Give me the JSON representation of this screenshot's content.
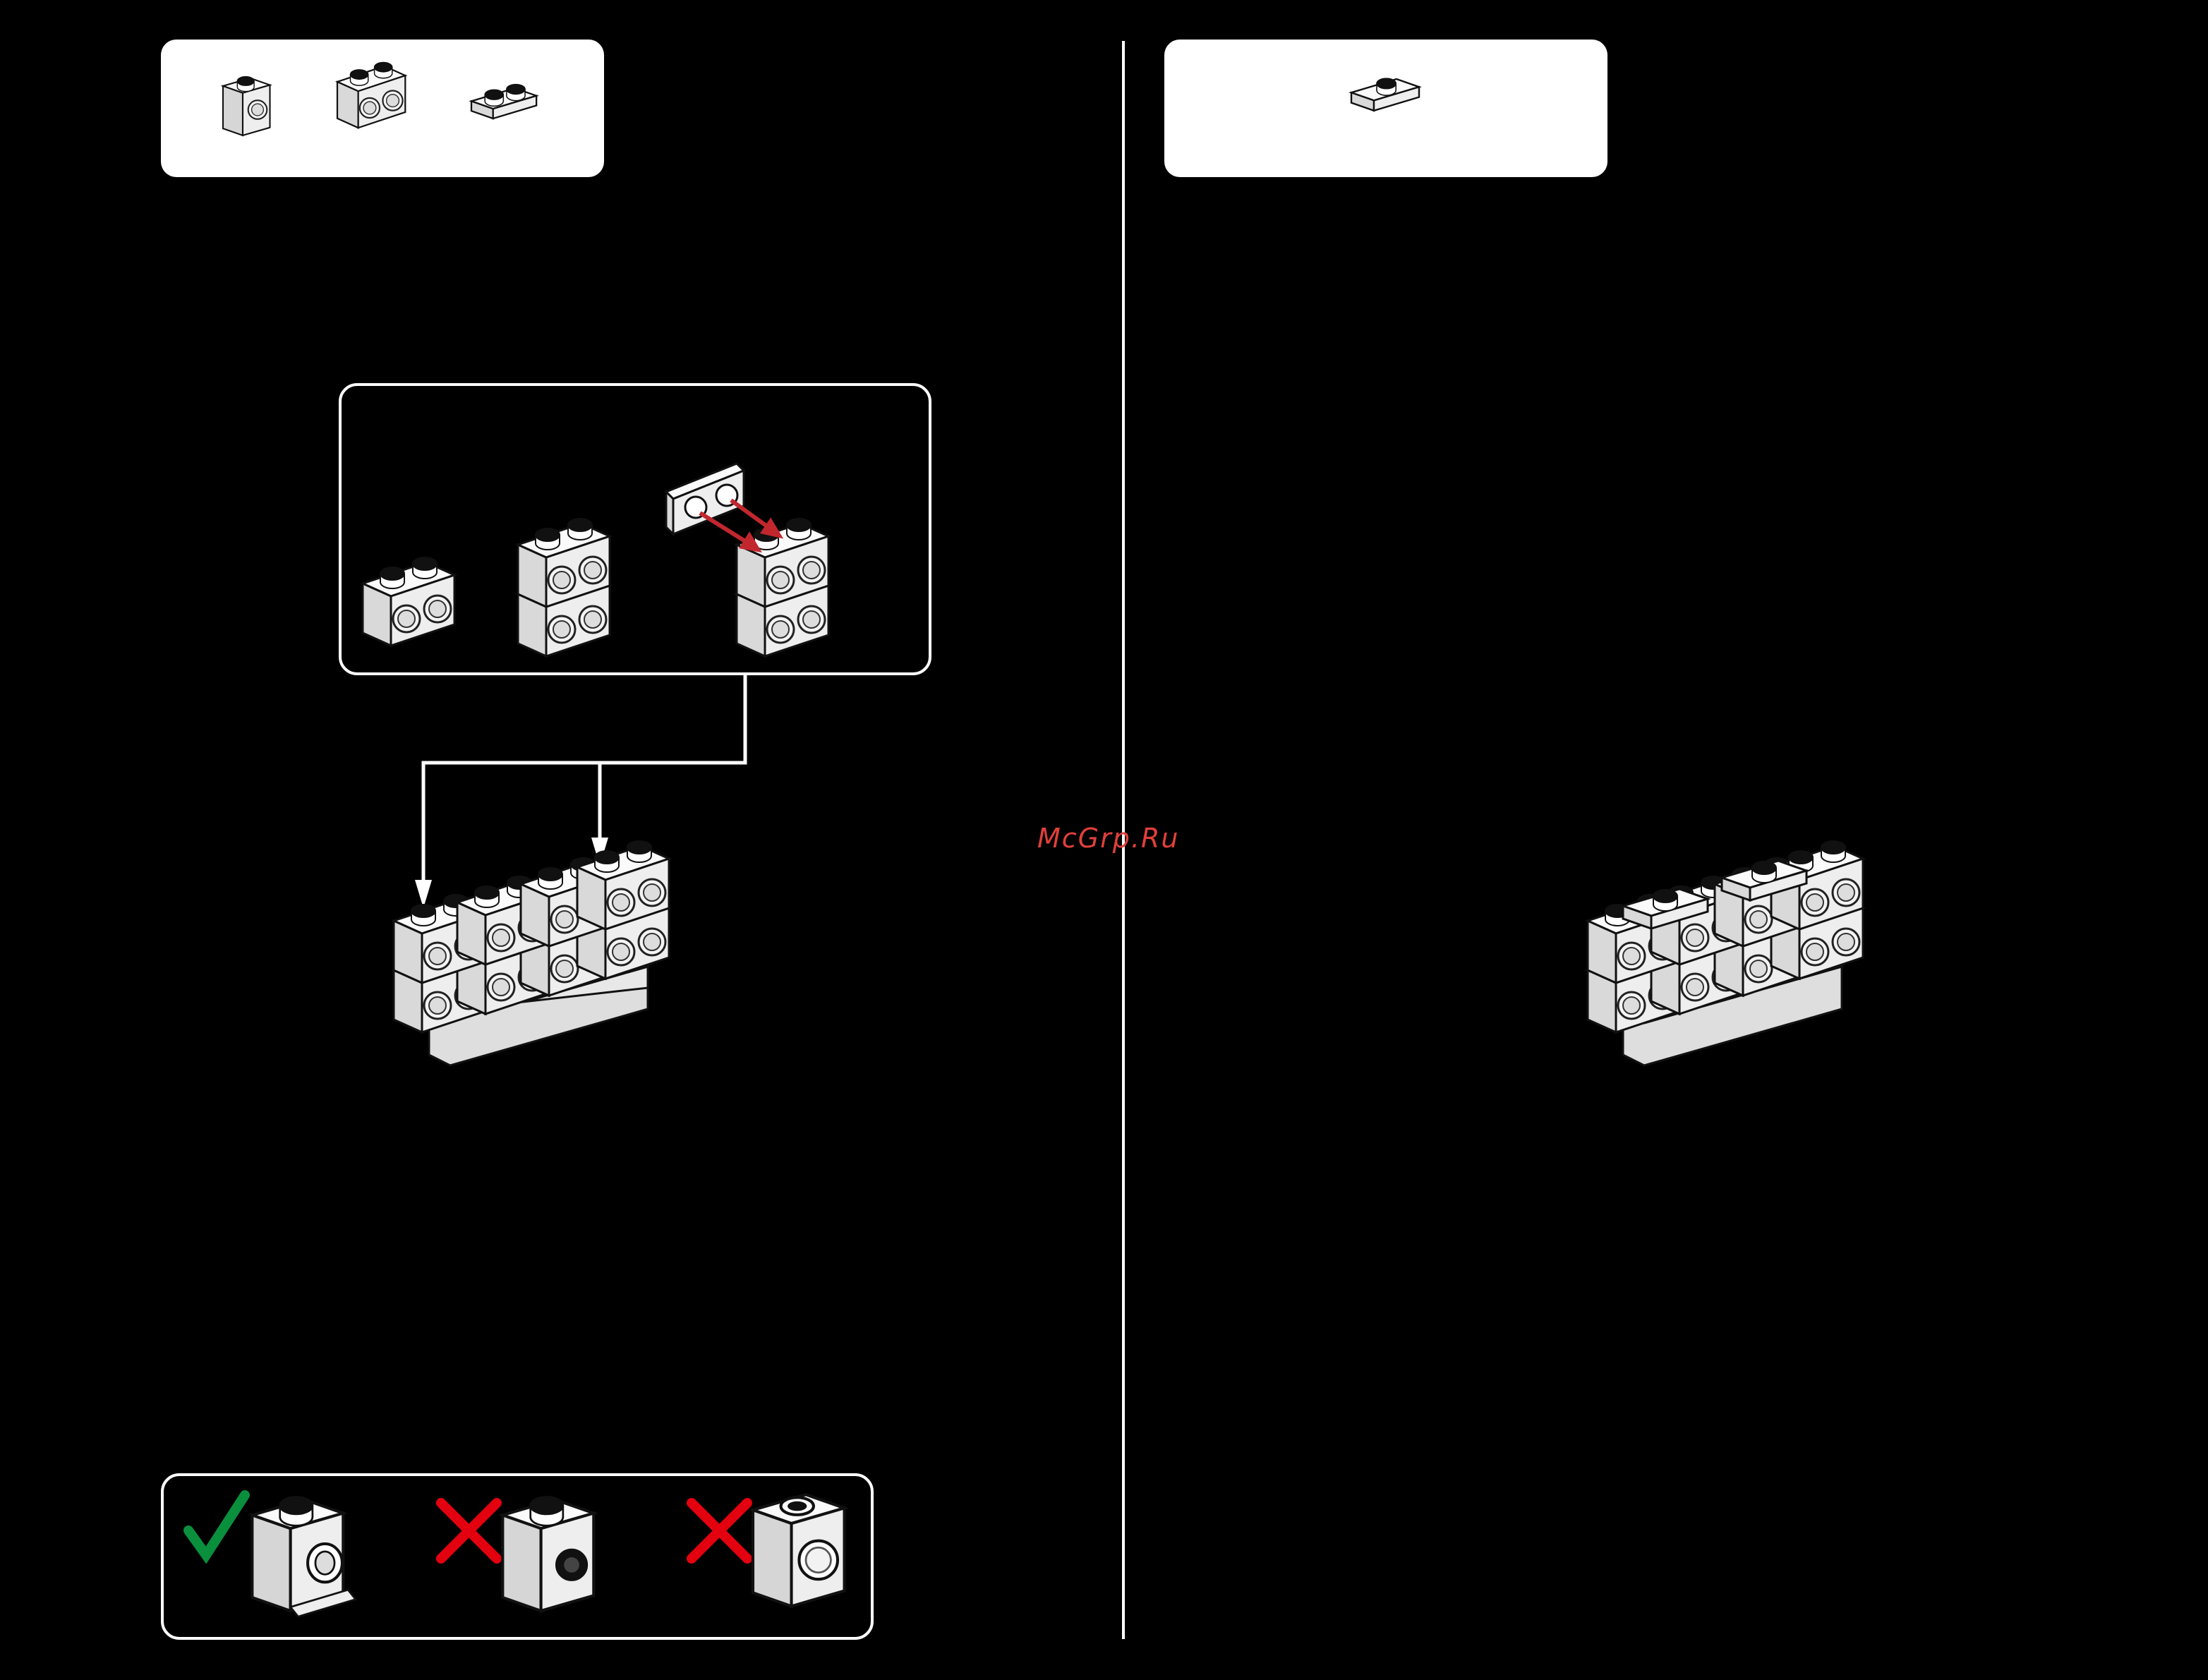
{
  "page": {
    "background": "#000000",
    "watermark": "McGrp.Ru"
  },
  "left_step": {
    "parts_list": [
      "brick-1x1-with-side-stud-icon",
      "technic-brick-1x2-with-hole-icon",
      "plate-1x2-icon"
    ],
    "subassembly_steps": [
      "technic-brick-1x2-icon",
      "stacked-technic-bricks-icon",
      "plate-attach-icon"
    ],
    "arrow_color": "#c1272d",
    "connector_color": "#ffffff",
    "result": "wall-assembly-icon"
  },
  "right_step": {
    "parts_list": [
      "jumper-plate-1x2-icon"
    ],
    "result": "wall-assembly-with-jumper-plates-icon"
  },
  "orientation_hint": {
    "items": [
      {
        "status": "correct",
        "mark": "✓",
        "mark_color": "#0a8f3c",
        "icon": "side-stud-brick-correct-icon"
      },
      {
        "status": "wrong",
        "mark": "✗",
        "mark_color": "#e3000f",
        "icon": "side-stud-brick-wrong-stud-icon"
      },
      {
        "status": "wrong",
        "mark": "✗",
        "mark_color": "#e3000f",
        "icon": "side-stud-brick-wrong-hole-icon"
      }
    ]
  }
}
